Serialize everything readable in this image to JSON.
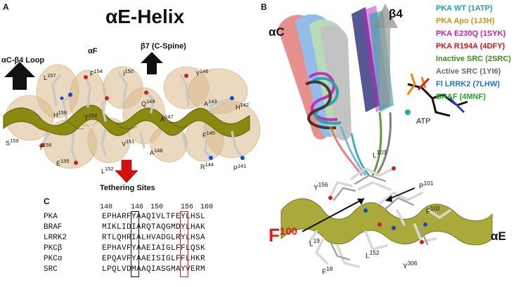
{
  "panels": {
    "a": {
      "letter": "A",
      "title": "αE-Helix",
      "arrow_labels": {
        "ac_b4_loop": "αC-β4 Loop",
        "af": "αF",
        "b7": "β7 (C-Spine)",
        "tethering": "Tethering Sites"
      },
      "residues": [
        {
          "id": "L157",
          "name": "L",
          "num": "157"
        },
        {
          "id": "F154",
          "name": "F",
          "num": "154"
        },
        {
          "id": "I150",
          "name": "I",
          "num": "150"
        },
        {
          "id": "Y146",
          "name": "Y",
          "num": "146"
        },
        {
          "id": "H158",
          "name": "H",
          "num": "158"
        },
        {
          "id": "T153",
          "name": "T",
          "num": "153"
        },
        {
          "id": "Q149",
          "name": "Q",
          "num": "149"
        },
        {
          "id": "A143",
          "name": "A",
          "num": "143"
        },
        {
          "id": "H142",
          "name": "H",
          "num": "142"
        },
        {
          "id": "A147",
          "name": "A",
          "num": "147"
        },
        {
          "id": "S159",
          "name": "S",
          "num": "159"
        },
        {
          "id": "Y156",
          "name": "Y",
          "num": "156"
        },
        {
          "id": "V151",
          "name": "V",
          "num": "151"
        },
        {
          "id": "F145",
          "name": "F",
          "num": "145"
        },
        {
          "id": "A148",
          "name": "A",
          "num": "148"
        },
        {
          "id": "E155",
          "name": "E",
          "num": "155"
        },
        {
          "id": "L152",
          "name": "L",
          "num": "152"
        },
        {
          "id": "R144",
          "name": "R",
          "num": "144"
        },
        {
          "id": "P141",
          "name": "P",
          "num": "141"
        }
      ]
    },
    "b": {
      "letter": "B",
      "labels": {
        "ac": "αC",
        "b4": "β4",
        "atp": "ATP",
        "ae": "αE",
        "f100": "F",
        "f100_num": "100"
      },
      "residues": [
        {
          "id": "L103",
          "name": "L",
          "num": "103"
        },
        {
          "id": "Y156",
          "name": "Y",
          "num": "156"
        },
        {
          "id": "P101",
          "name": "P",
          "num": "101"
        },
        {
          "id": "F102",
          "name": "F",
          "num": "102"
        },
        {
          "id": "L19",
          "name": "L",
          "num": "19"
        },
        {
          "id": "L152",
          "name": "L",
          "num": "152"
        },
        {
          "id": "F18",
          "name": "F",
          "num": "18"
        },
        {
          "id": "Y306",
          "name": "Y",
          "num": "306"
        }
      ],
      "legend": [
        {
          "text": "PKA WT (1ATP)",
          "color": "#1aa3a3"
        },
        {
          "text": "PKA Apo (1J3H)",
          "color": "#c8960c"
        },
        {
          "text": "PKA E230Q (1SYK)",
          "color": "#c21fc2"
        },
        {
          "text": "PKA R194A (4DFY)",
          "color": "#d6141b"
        },
        {
          "text": "Inactive SRC (2SRC)",
          "color": "#3f8a1f"
        },
        {
          "text": "Active SRC (1YI6)",
          "color": "#6b6b6b"
        },
        {
          "text": "Fl LRRK2 (7LHW)",
          "color": "#1f6fe0"
        },
        {
          "text": "BRAF (4MNF)",
          "color": "#2aa02a"
        }
      ]
    },
    "c": {
      "letter": "C",
      "ticks": [
        "140",
        "146",
        "150",
        "156",
        "160"
      ],
      "rows": [
        {
          "name": "PKA",
          "seq": "EPHARFYAAQIVLTFEYLHSL"
        },
        {
          "name": "BRAF",
          "seq": "MIKLIDIARQTAQGMDYLHAK"
        },
        {
          "name": "LRRK2",
          "seq": "RTLQHRIALHVADGLRYLHSA"
        },
        {
          "name": "PKCβ",
          "seq": "EPHAVFYAAEIAIGLFFLQSK"
        },
        {
          "name": "PKCα",
          "seq": "EPQAVFYAAEISIGLFFLHKR"
        },
        {
          "name": "SRC",
          "seq": "LPQLVDMAAQIASGMAYVERM"
        }
      ]
    }
  }
}
